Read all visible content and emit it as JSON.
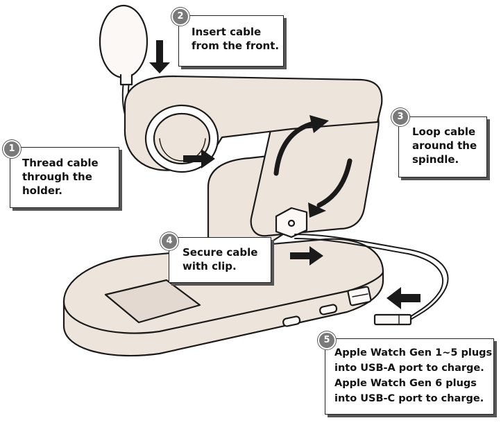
{
  "steps": [
    {
      "number": "1",
      "text": "Thread cable\nthrough the\nholder."
    },
    {
      "number": "2",
      "text": "Insert cable\nfrom the front."
    },
    {
      "number": "3",
      "text": "Loop cable\naround the\nspindle."
    },
    {
      "number": "4",
      "text": "Secure cable\nwith clip."
    },
    {
      "number": "5",
      "text": "Apple Watch Gen 1~5 plugs\ninto USB-A port to charge.\nApple Watch Gen 6 plugs\ninto USB-C port to charge."
    }
  ],
  "colors": {
    "body": "#ede4dc",
    "outline": "#1a1a1a",
    "arrow": "#1a1a1a",
    "badge": "#7a7a7a"
  }
}
